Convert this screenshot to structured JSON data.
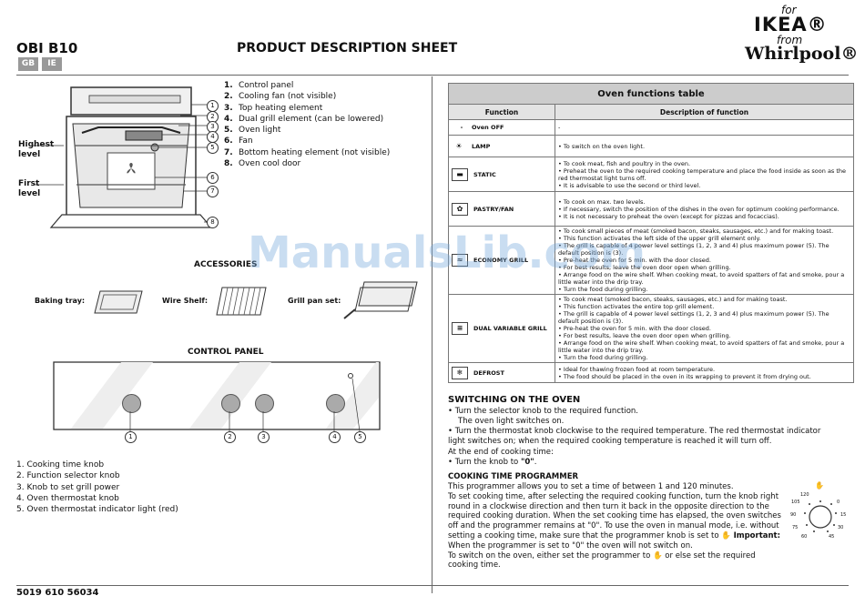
{
  "header": {
    "model": "OBI B10",
    "langs": [
      "GB",
      "IE"
    ],
    "title": "PRODUCT DESCRIPTION SHEET",
    "brand_for": "for",
    "brand_ikea": "IKEA®",
    "brand_from": "from",
    "brand_whirlpool": "Whirlpool®"
  },
  "oven_parts": [
    {
      "num": "1.",
      "label": "Control panel"
    },
    {
      "num": "2.",
      "label": "Cooling fan (not visible)"
    },
    {
      "num": "3.",
      "label": "Top heating element"
    },
    {
      "num": "4.",
      "label": "Dual grill element (can be lowered)"
    },
    {
      "num": "5.",
      "label": "Oven light"
    },
    {
      "num": "6.",
      "label": "Fan"
    },
    {
      "num": "7.",
      "label": "Bottom heating element (not visible)"
    },
    {
      "num": "8.",
      "label": "Oven cool door"
    }
  ],
  "levels": {
    "highest": "Highest\nlevel",
    "first": "First\nlevel"
  },
  "callouts": [
    "1",
    "2",
    "3",
    "4",
    "5",
    "6",
    "7",
    "8"
  ],
  "accessories": {
    "heading": "ACCESSORIES",
    "baking_tray": "Baking tray:",
    "wire_shelf": "Wire Shelf:",
    "grill_pan": "Grill pan set:"
  },
  "control_panel": {
    "heading": "CONTROL PANEL",
    "callouts": [
      "1",
      "2",
      "3",
      "4",
      "5"
    ],
    "knobs": [
      "1. Cooking time knob",
      "2. Function selector knob",
      "3. Knob to set grill power",
      "4. Oven thermostat knob",
      "5. Oven thermostat indicator light (red)"
    ]
  },
  "functions_table": {
    "title": "Oven functions table",
    "col_function": "Function",
    "col_desc": "Description of function",
    "rows": [
      {
        "icon": "-",
        "name": "Oven OFF",
        "plain": "-",
        "lines": []
      },
      {
        "icon": "lamp-icon",
        "name": "LAMP",
        "lines": [
          "To switch on the oven light."
        ]
      },
      {
        "icon": "static-icon",
        "name": "STATIC",
        "lines": [
          "To cook meat, fish and poultry in the oven.",
          "Preheat the oven to the required cooking temperature and place the food inside as soon as the red thermostat light turns off.",
          "It is advisable to use the second or third level."
        ]
      },
      {
        "icon": "fan-icon",
        "name": "PASTRY/FAN",
        "lines": [
          "To cook on max. two levels.",
          "If necessary, switch the position of the dishes in the oven for optimum cooking performance.",
          "It is not necessary to preheat the oven (except for pizzas and focaccias)."
        ]
      },
      {
        "icon": "eco-grill-icon",
        "name": "ECONOMY GRILL",
        "lines": [
          "To cook small pieces of meat (smoked bacon, steaks, sausages, etc.) and for making toast.",
          "This function activates the left side of the upper grill element only.",
          "The grill is capable of 4 power level settings (1, 2, 3 and 4) plus maximum power (5). The default position is (3).",
          "Pre-heat the oven for 5 min. with the door closed.",
          "For best results, leave the oven door open when grilling.",
          "Arrange food on the wire shelf. When cooking meat, to avoid spatters of fat and smoke, pour a little water into the drip tray.",
          "Turn the food during grilling."
        ]
      },
      {
        "icon": "dual-grill-icon",
        "name": "DUAL VARIABLE GRILL",
        "lines": [
          "To cook meat (smoked bacon, steaks, sausages, etc.) and for making toast.",
          "This function activates the entire top grill element.",
          "The grill is capable of 4 power level settings (1, 2, 3 and 4) plus maximum power (5). The default position is (3).",
          "Pre-heat the oven for 5 min. with the door closed.",
          "For best results, leave the oven door open when grilling.",
          "Arrange food on the wire shelf. When cooking meat, to avoid spatters of fat and smoke, pour a little water into the drip tray.",
          "Turn the food during grilling."
        ]
      },
      {
        "icon": "defrost-icon",
        "name": "DEFROST",
        "lines": [
          "Ideal for thawing frozen food at room temperature.",
          "The food should be placed in the oven in its wrapping to prevent it from drying out."
        ]
      }
    ]
  },
  "switching": {
    "heading": "SWITCHING ON THE OVEN",
    "b1": "Turn the selector knob to the required function.",
    "b1b": "The oven light switches on.",
    "b2": "Turn the thermostat knob clockwise to the required temperature. The red thermostat indicator light switches on; when the required cooking temperature is reached it will turn off.",
    "end": "At the end of cooking time:",
    "b3": "Turn the knob to",
    "b3_val": "\"0\"",
    "b3_end": "."
  },
  "programmer": {
    "heading": "COOKING TIME PROGRAMMER",
    "p1": "This programmer allows you to set a time of between 1 and 120 minutes.",
    "p2a": "To set cooking time, after selecting the required cooking function, turn the knob right round in a clockwise direction and then turn it back in the opposite direction to the required cooking duration. When the set cooking time has elapsed, the oven switches off and the programmer remains at \"0\". To use the oven in manual mode, i.e. without setting a cooking time, make sure that the programmer knob is set to",
    "p2_imp": "Important:",
    "p2b": "When the programmer is set to \"0\" the oven will not switch on.",
    "p3a": "To switch on the oven, either set the programmer to",
    "p3b": "or else set the required cooking time.",
    "dial": [
      "0",
      "15",
      "30",
      "45",
      "60",
      "75",
      "90",
      "105",
      "120"
    ]
  },
  "watermark": "ManualsLib.com",
  "footer": {
    "code": "5019 610 56034"
  }
}
